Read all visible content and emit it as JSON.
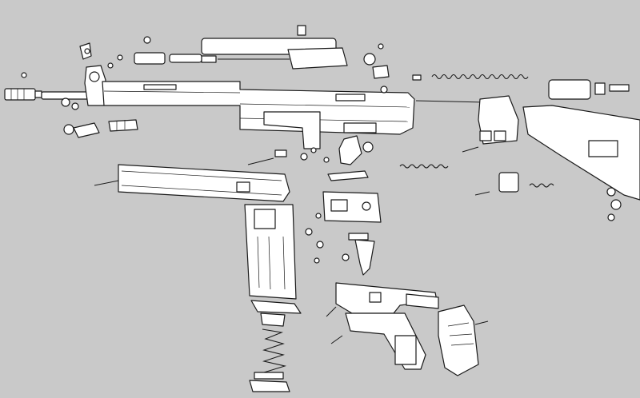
{
  "figure": {
    "background": "#c9c9c9",
    "line_color": "#1a1a1a",
    "part_fill": "#ffffff"
  },
  "parts": [
    "flash-hider",
    "barrel",
    "front-sight",
    "cocking-tube",
    "receiver",
    "bolt-carrier",
    "bolt-head",
    "recoil-spring",
    "buffer",
    "buttstock",
    "handguard",
    "magazine",
    "magazine-follower",
    "magazine-spring",
    "magazine-floorplate",
    "trigger-group",
    "hammer",
    "trigger",
    "trigger-housing",
    "pistol-grip",
    "rear-sight-drum",
    "cocking-handle"
  ]
}
